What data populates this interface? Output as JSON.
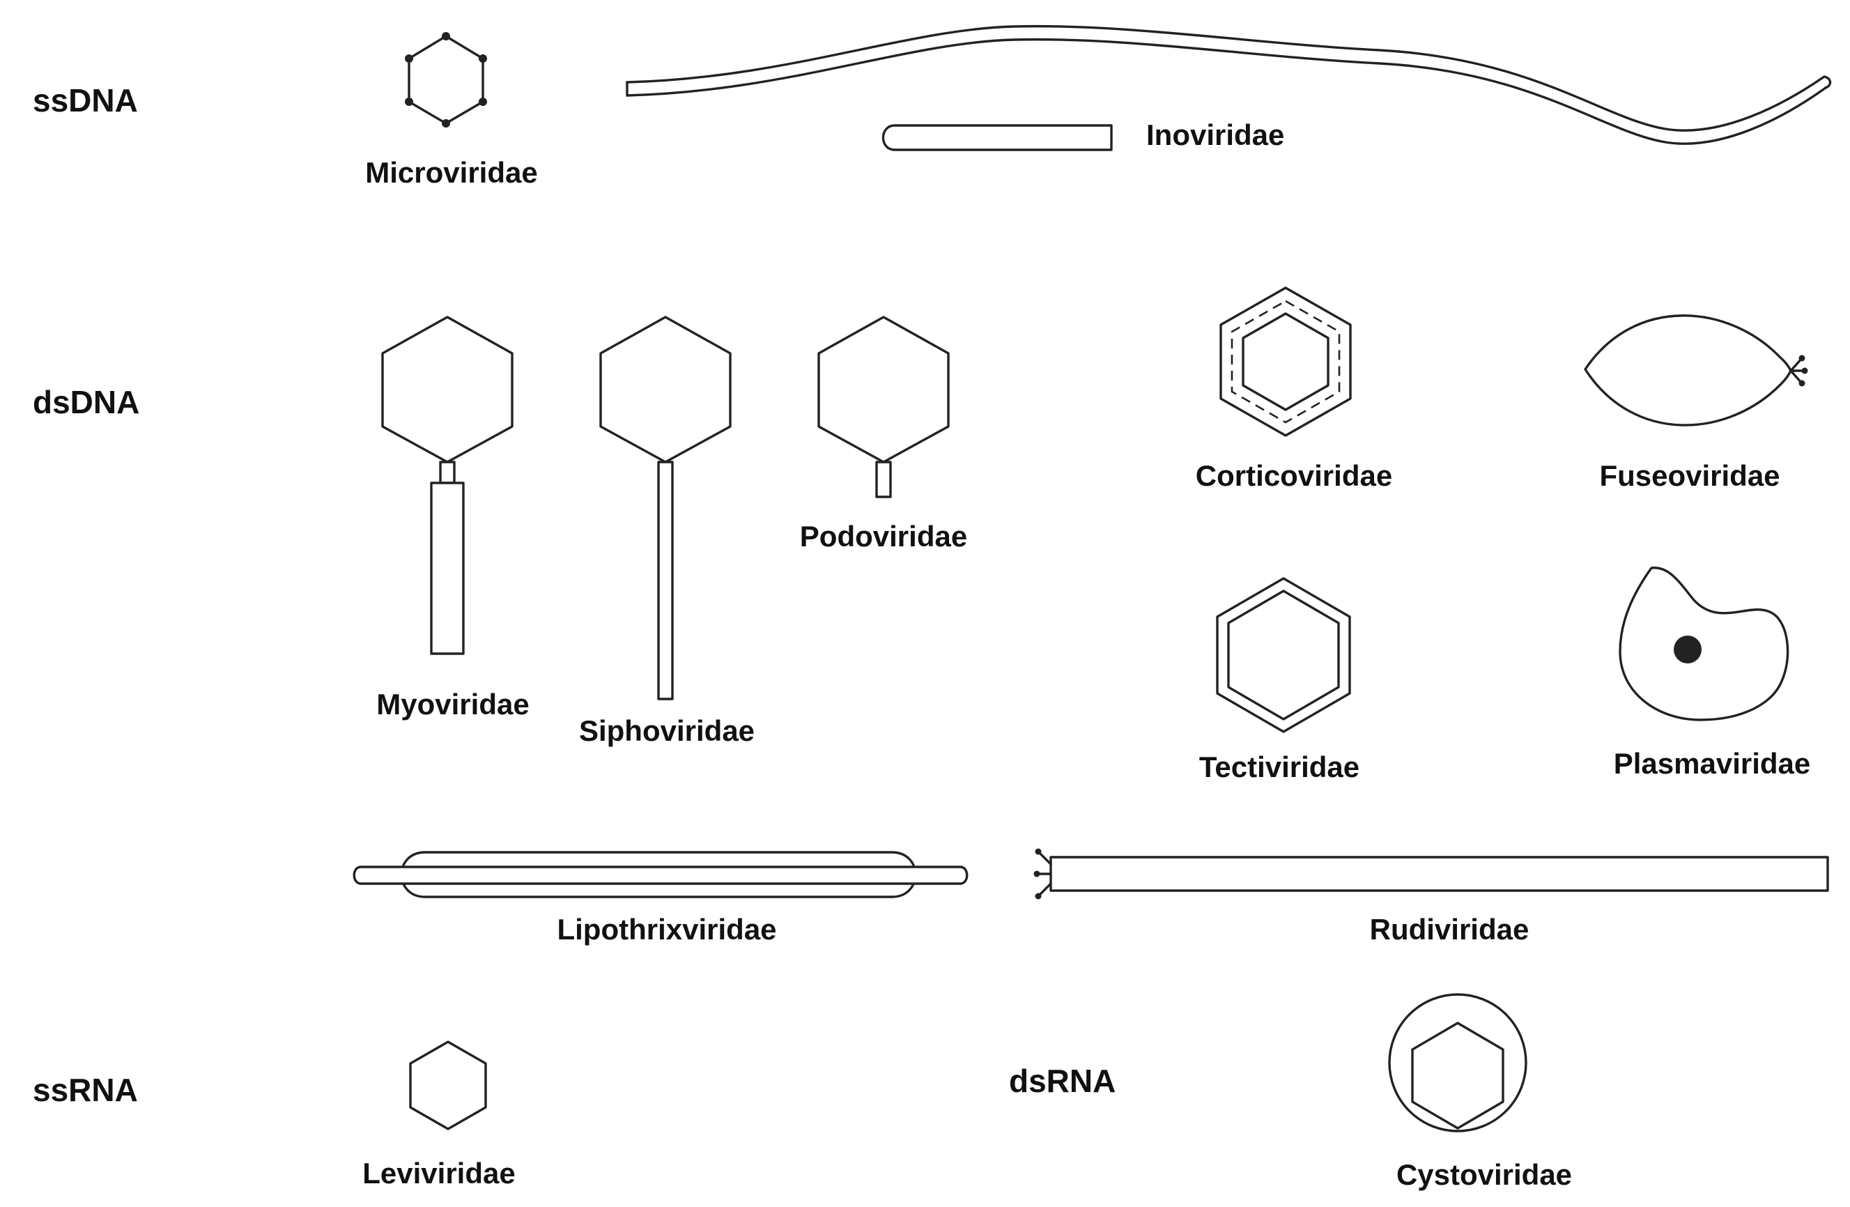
{
  "groups": {
    "ssdna": "ssDNA",
    "dsdna": "dsDNA",
    "ssrna": "ssRNA",
    "dsrna": "dsRNA"
  },
  "families": {
    "microviridae": "Microviridae",
    "inoviridae": "Inoviridae",
    "myoviridae": "Myoviridae",
    "siphoviridae": "Siphoviridae",
    "podoviridae": "Podoviridae",
    "corticoviridae": "Corticoviridae",
    "fuseoviridae": "Fuseoviridae",
    "tectiviridae": "Tectiviridae",
    "plasmaviridae": "Plasmaviridae",
    "lipothrixviridae": "Lipothrixviridae",
    "rudiviridae": "Rudiviridae",
    "leviviridae": "Leviviridae",
    "cystoviridae": "Cystoviridae"
  },
  "colors": {
    "stroke": "#222222",
    "text": "#111111",
    "background": "#ffffff"
  }
}
